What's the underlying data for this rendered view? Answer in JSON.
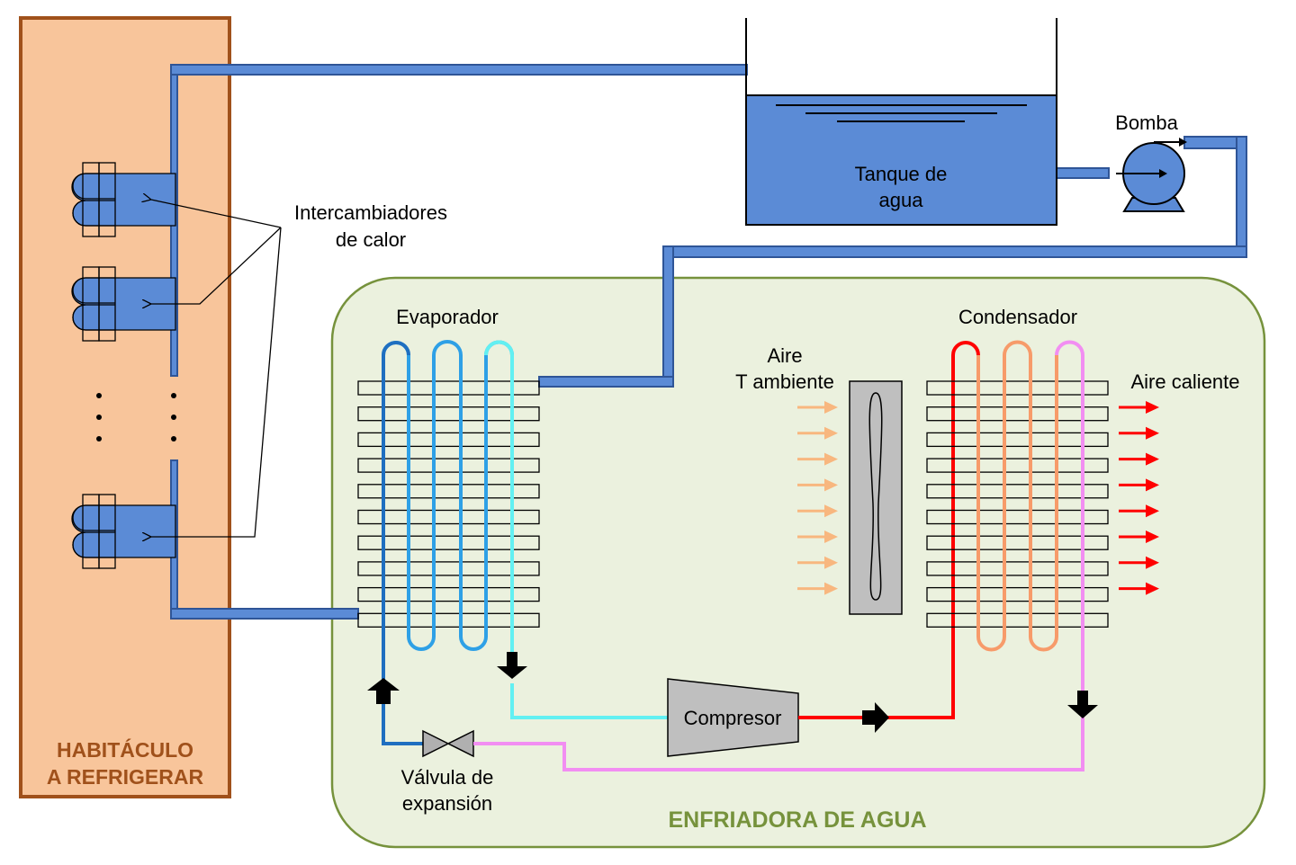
{
  "labels": {
    "room": [
      "HABITÁCULO",
      "A REFRIGERAR"
    ],
    "chiller": "ENFRIADORA DE AGUA",
    "tank": [
      "Tanque de",
      "agua"
    ],
    "pump": "Bomba",
    "exchangers": [
      "Intercambiadores",
      "de calor"
    ],
    "evaporator": "Evaporador",
    "condenser": "Condensador",
    "ambient_air": [
      "Aire",
      "T ambiente"
    ],
    "hot_air": "Aire caliente",
    "compressor": "Compresor",
    "valve": [
      "Válvula de",
      "expansión"
    ]
  },
  "colors": {
    "room_fill": "#f8c59b",
    "room_border": "#a0511b",
    "chiller_fill": "#ebf1de",
    "chiller_border": "#76923c",
    "water": "#5b8bd6",
    "evap_coil_1": "#1f6fc0",
    "evap_coil_2": "#2ea0e6",
    "evap_coil_3": "#62f0f2",
    "cond_coil_1": "#ff0000",
    "cond_coil_2": "#f79b6a",
    "cond_coil_3": "#f28ef2",
    "ambient_arrow": "#f8b77f",
    "hot_arrow": "#ff0000"
  }
}
